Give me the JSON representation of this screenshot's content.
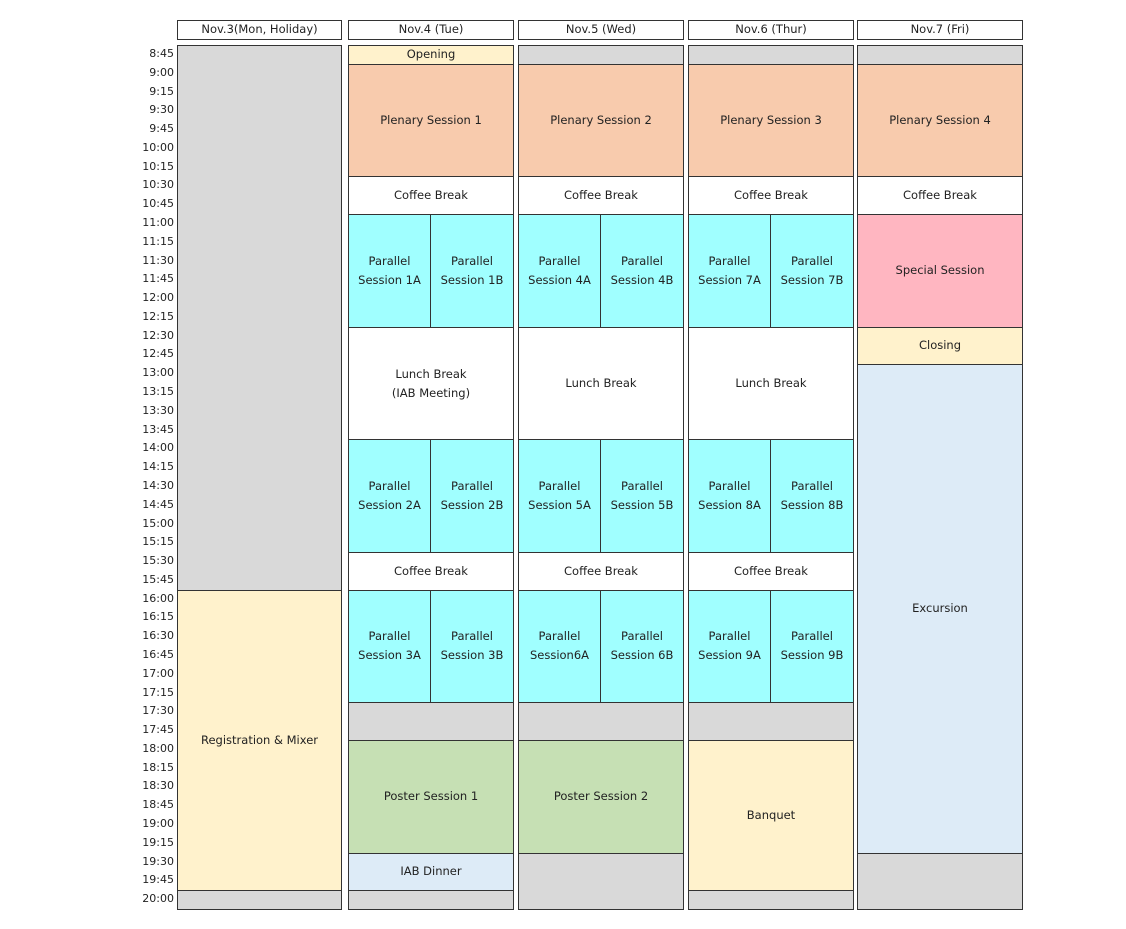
{
  "colors": {
    "grey": "#d9d9d9",
    "opening": "#fff2cc",
    "plenary": "#f8cbad",
    "white": "#ffffff",
    "parallel": "#a0ffff",
    "special": "#ffb6c1",
    "poster": "#c6e0b4",
    "light_blue": "#ddebf7",
    "yellow": "#fff2cc"
  },
  "time_labels": [
    "8:45",
    "9:00",
    "9:15",
    "9:30",
    "9:45",
    "10:00",
    "10:15",
    "10:30",
    "10:45",
    "11:00",
    "11:15",
    "11:30",
    "11:45",
    "12:00",
    "12:15",
    "12:30",
    "12:45",
    "13:00",
    "13:15",
    "13:30",
    "13:45",
    "14:00",
    "14:15",
    "14:30",
    "14:45",
    "15:00",
    "15:15",
    "15:30",
    "15:45",
    "16:00",
    "16:15",
    "16:30",
    "16:45",
    "17:00",
    "17:15",
    "17:30",
    "17:45",
    "18:00",
    "18:15",
    "18:30",
    "18:45",
    "19:00",
    "19:15",
    "19:30",
    "19:45",
    "20:00"
  ],
  "days": [
    {
      "header": "Nov.3(Mon, Holiday)",
      "blocks": [
        {
          "name": "blank-mon-1",
          "label": "",
          "start": "8:45",
          "end": "16:00",
          "color": "grey"
        },
        {
          "name": "registration-mixer",
          "label": "Registration & Mixer",
          "start": "16:00",
          "end": "20:00",
          "color": "yellow"
        },
        {
          "name": "blank-mon-2",
          "label": "",
          "start": "20:00",
          "end": "20:15",
          "color": "grey"
        }
      ]
    },
    {
      "header": "Nov.4 (Tue)",
      "blocks": [
        {
          "name": "opening",
          "label": "Opening",
          "start": "8:45",
          "end": "9:00",
          "color": "opening"
        },
        {
          "name": "plenary-session-1",
          "label": "Plenary Session 1",
          "start": "9:00",
          "end": "10:30",
          "color": "plenary"
        },
        {
          "name": "coffee-break-tue-1",
          "label": "Coffee Break",
          "start": "10:30",
          "end": "11:00",
          "color": "white"
        },
        {
          "name": "parallel-session-1a",
          "label": "Parallel\nSession 1A",
          "start": "11:00",
          "end": "12:30",
          "color": "parallel",
          "half": "left"
        },
        {
          "name": "parallel-session-1b",
          "label": "Parallel\nSession 1B",
          "start": "11:00",
          "end": "12:30",
          "color": "parallel",
          "half": "right"
        },
        {
          "name": "lunch-break-tue",
          "label": "Lunch Break\n(IAB Meeting)",
          "start": "12:30",
          "end": "14:00",
          "color": "white"
        },
        {
          "name": "parallel-session-2a",
          "label": "Parallel\nSession 2A",
          "start": "14:00",
          "end": "15:30",
          "color": "parallel",
          "half": "left"
        },
        {
          "name": "parallel-session-2b",
          "label": "Parallel\nSession 2B",
          "start": "14:00",
          "end": "15:30",
          "color": "parallel",
          "half": "right"
        },
        {
          "name": "coffee-break-tue-2",
          "label": "Coffee Break",
          "start": "15:30",
          "end": "16:00",
          "color": "white"
        },
        {
          "name": "parallel-session-3a",
          "label": "Parallel\nSession 3A",
          "start": "16:00",
          "end": "17:30",
          "color": "parallel",
          "half": "left"
        },
        {
          "name": "parallel-session-3b",
          "label": "Parallel\nSession 3B",
          "start": "16:00",
          "end": "17:30",
          "color": "parallel",
          "half": "right"
        },
        {
          "name": "blank-tue-1",
          "label": "",
          "start": "17:30",
          "end": "18:00",
          "color": "grey"
        },
        {
          "name": "poster-session-1",
          "label": "Poster Session 1",
          "start": "18:00",
          "end": "19:30",
          "color": "poster"
        },
        {
          "name": "iab-dinner",
          "label": "IAB Dinner",
          "start": "19:30",
          "end": "20:00",
          "color": "light_blue"
        },
        {
          "name": "blank-tue-2",
          "label": "",
          "start": "20:00",
          "end": "20:15",
          "color": "grey"
        }
      ]
    },
    {
      "header": "Nov.5 (Wed)",
      "blocks": [
        {
          "name": "blank-wed-1",
          "label": "",
          "start": "8:45",
          "end": "9:00",
          "color": "grey"
        },
        {
          "name": "plenary-session-2",
          "label": "Plenary Session 2",
          "start": "9:00",
          "end": "10:30",
          "color": "plenary"
        },
        {
          "name": "coffee-break-wed-1",
          "label": "Coffee Break",
          "start": "10:30",
          "end": "11:00",
          "color": "white"
        },
        {
          "name": "parallel-session-4a",
          "label": "Parallel\nSession 4A",
          "start": "11:00",
          "end": "12:30",
          "color": "parallel",
          "half": "left"
        },
        {
          "name": "parallel-session-4b",
          "label": "Parallel\nSession 4B",
          "start": "11:00",
          "end": "12:30",
          "color": "parallel",
          "half": "right"
        },
        {
          "name": "lunch-break-wed",
          "label": "Lunch Break",
          "start": "12:30",
          "end": "14:00",
          "color": "white"
        },
        {
          "name": "parallel-session-5a",
          "label": "Parallel\nSession 5A",
          "start": "14:00",
          "end": "15:30",
          "color": "parallel",
          "half": "left"
        },
        {
          "name": "parallel-session-5b",
          "label": "Parallel\nSession 5B",
          "start": "14:00",
          "end": "15:30",
          "color": "parallel",
          "half": "right"
        },
        {
          "name": "coffee-break-wed-2",
          "label": "Coffee Break",
          "start": "15:30",
          "end": "16:00",
          "color": "white"
        },
        {
          "name": "parallel-session-6a",
          "label": "Parallel\nSession6A",
          "start": "16:00",
          "end": "17:30",
          "color": "parallel",
          "half": "left"
        },
        {
          "name": "parallel-session-6b",
          "label": "Parallel\nSession 6B",
          "start": "16:00",
          "end": "17:30",
          "color": "parallel",
          "half": "right"
        },
        {
          "name": "blank-wed-2",
          "label": "",
          "start": "17:30",
          "end": "18:00",
          "color": "grey"
        },
        {
          "name": "poster-session-2",
          "label": "Poster Session 2",
          "start": "18:00",
          "end": "19:30",
          "color": "poster"
        },
        {
          "name": "blank-wed-3",
          "label": "",
          "start": "19:30",
          "end": "20:15",
          "color": "grey"
        }
      ]
    },
    {
      "header": "Nov.6 (Thur)",
      "blocks": [
        {
          "name": "blank-thu-1",
          "label": "",
          "start": "8:45",
          "end": "9:00",
          "color": "grey"
        },
        {
          "name": "plenary-session-3",
          "label": "Plenary Session 3",
          "start": "9:00",
          "end": "10:30",
          "color": "plenary"
        },
        {
          "name": "coffee-break-thu-1",
          "label": "Coffee Break",
          "start": "10:30",
          "end": "11:00",
          "color": "white"
        },
        {
          "name": "parallel-session-7a",
          "label": "Parallel\nSession 7A",
          "start": "11:00",
          "end": "12:30",
          "color": "parallel",
          "half": "left"
        },
        {
          "name": "parallel-session-7b",
          "label": "Parallel\nSession 7B",
          "start": "11:00",
          "end": "12:30",
          "color": "parallel",
          "half": "right"
        },
        {
          "name": "lunch-break-thu",
          "label": "Lunch Break",
          "start": "12:30",
          "end": "14:00",
          "color": "white"
        },
        {
          "name": "parallel-session-8a",
          "label": "Parallel\nSession 8A",
          "start": "14:00",
          "end": "15:30",
          "color": "parallel",
          "half": "left"
        },
        {
          "name": "parallel-session-8b",
          "label": "Parallel\nSession 8B",
          "start": "14:00",
          "end": "15:30",
          "color": "parallel",
          "half": "right"
        },
        {
          "name": "coffee-break-thu-2",
          "label": "Coffee Break",
          "start": "15:30",
          "end": "16:00",
          "color": "white"
        },
        {
          "name": "parallel-session-9a",
          "label": "Parallel\nSession 9A",
          "start": "16:00",
          "end": "17:30",
          "color": "parallel",
          "half": "left"
        },
        {
          "name": "parallel-session-9b",
          "label": "Parallel\nSession 9B",
          "start": "16:00",
          "end": "17:30",
          "color": "parallel",
          "half": "right"
        },
        {
          "name": "blank-thu-2",
          "label": "",
          "start": "17:30",
          "end": "18:00",
          "color": "grey"
        },
        {
          "name": "banquet",
          "label": "Banquet",
          "start": "18:00",
          "end": "20:00",
          "color": "yellow"
        },
        {
          "name": "blank-thu-3",
          "label": "",
          "start": "20:00",
          "end": "20:15",
          "color": "grey"
        }
      ]
    },
    {
      "header": "Nov.7 (Fri)",
      "blocks": [
        {
          "name": "blank-fri-1",
          "label": "",
          "start": "8:45",
          "end": "9:00",
          "color": "grey"
        },
        {
          "name": "plenary-session-4",
          "label": "Plenary Session 4",
          "start": "9:00",
          "end": "10:30",
          "color": "plenary"
        },
        {
          "name": "coffee-break-fri",
          "label": "Coffee Break",
          "start": "10:30",
          "end": "11:00",
          "color": "white"
        },
        {
          "name": "special-session",
          "label": "Special Session",
          "start": "11:00",
          "end": "12:30",
          "color": "special"
        },
        {
          "name": "closing",
          "label": "Closing",
          "start": "12:30",
          "end": "13:00",
          "color": "yellow"
        },
        {
          "name": "excursion",
          "label": "Excursion",
          "start": "13:00",
          "end": "19:30",
          "color": "light_blue"
        },
        {
          "name": "blank-fri-2",
          "label": "",
          "start": "19:30",
          "end": "20:15",
          "color": "grey"
        }
      ]
    }
  ]
}
